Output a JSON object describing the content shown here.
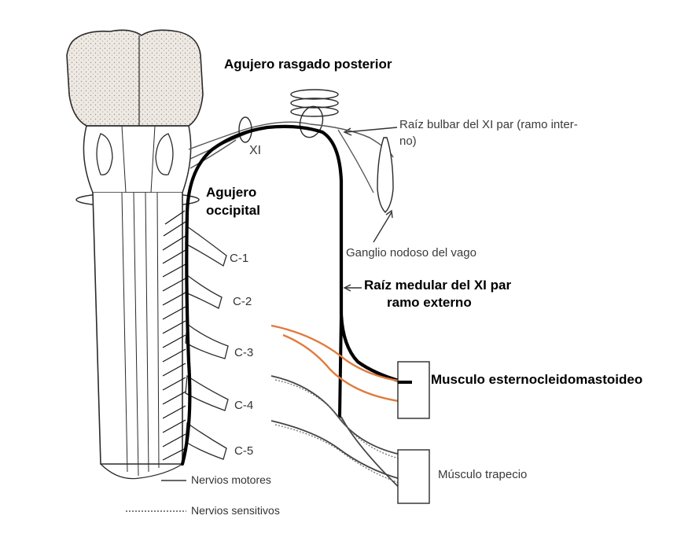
{
  "labels": {
    "foramen_posterior": "Agujero rasgado posterior",
    "xi": "XI",
    "bulbar_root_line1": "Raíz bulbar del XI par (ramo inter-",
    "bulbar_root_line2": "no)",
    "occipital_line1": "Agujero",
    "occipital_line2": "occipital",
    "nodose_ganglion": "Ganglio nodoso del vago",
    "medullary_root_line1": "Raíz medular del XI par",
    "medullary_root_line2": "ramo externo",
    "scm": "Musculo esternocleidomastoideo",
    "trapezius": "Músculo trapecio",
    "c1": "C-1",
    "c2": "C-2",
    "c3": "C-3",
    "c4": "C-4",
    "c5": "C-5"
  },
  "legend": {
    "motor": "Nervios motores",
    "sensory": "Nervios sensitivos"
  },
  "colors": {
    "main_nerve": "#000000",
    "cervical_branch": "#e07a3c",
    "sensory_branch": "#555555",
    "outline": "#2a2a2a",
    "brain_fill": "#efe9e4"
  }
}
